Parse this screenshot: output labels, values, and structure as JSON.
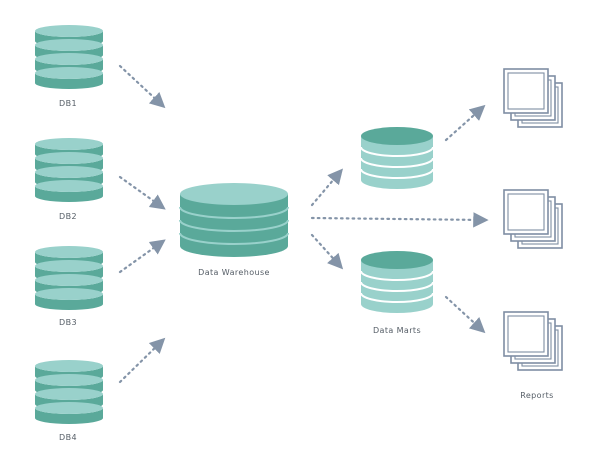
{
  "labels": {
    "db1": "DB1",
    "db2": "DB2",
    "db3": "DB3",
    "db4": "DB4",
    "warehouse": "Data Warehouse",
    "marts": "Data Marts",
    "reports": "Reports"
  },
  "colors": {
    "teal_dark": "#5aa99a",
    "teal_light": "#99d1cb",
    "arrow": "#8494a8",
    "report_stroke": "#7f8ea3",
    "label": "#555d66"
  },
  "icons": [
    "source-database-icon",
    "warehouse-database-icon",
    "data-mart-database-icon",
    "report-stack-icon",
    "dotted-arrow-icon"
  ]
}
